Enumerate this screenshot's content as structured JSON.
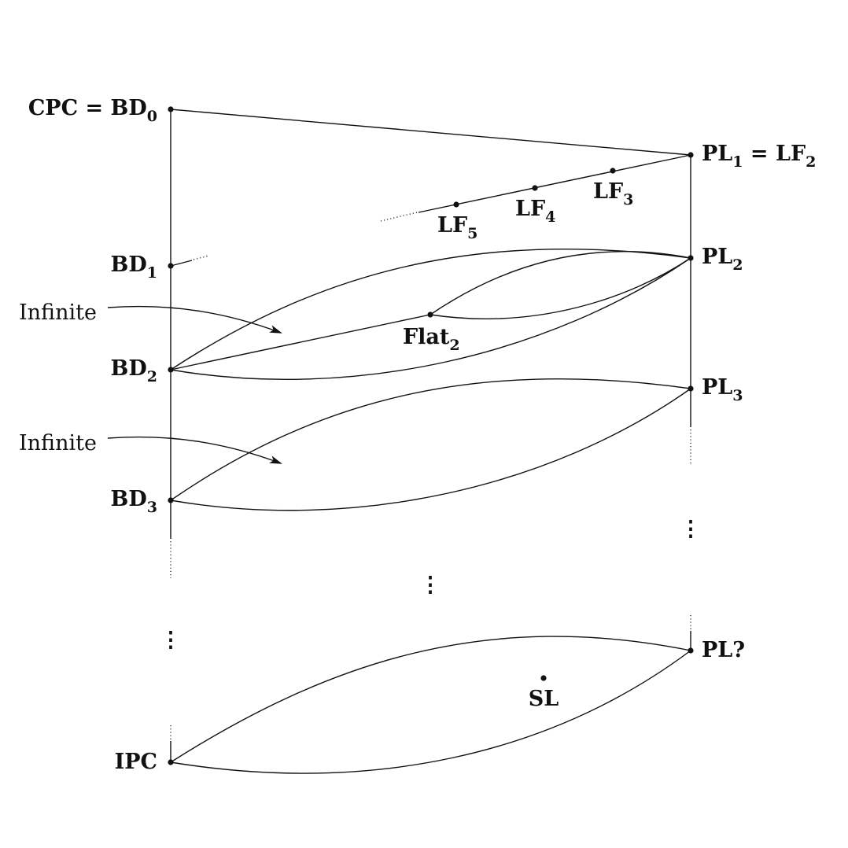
{
  "diagram": {
    "left_nodes": [
      {
        "id": "bd0",
        "main": "CPC = BD",
        "sub": "0"
      },
      {
        "id": "bd1",
        "main": "BD",
        "sub": "1"
      },
      {
        "id": "bd2",
        "main": "BD",
        "sub": "2"
      },
      {
        "id": "bd3",
        "main": "BD",
        "sub": "3"
      },
      {
        "id": "ipc",
        "main": "IPC",
        "sub": ""
      }
    ],
    "right_nodes": [
      {
        "id": "pl1",
        "main": "PL",
        "sub": "1",
        "suffix": " = LF",
        "suffix_sub": "2"
      },
      {
        "id": "pl2",
        "main": "PL",
        "sub": "2"
      },
      {
        "id": "pl3",
        "main": "PL",
        "sub": "3"
      },
      {
        "id": "plq",
        "main": "PL?",
        "sub": ""
      }
    ],
    "lf_nodes": [
      {
        "id": "lf3",
        "main": "LF",
        "sub": "3"
      },
      {
        "id": "lf4",
        "main": "LF",
        "sub": "4"
      },
      {
        "id": "lf5",
        "main": "LF",
        "sub": "5"
      }
    ],
    "flat": {
      "main": "Flat",
      "sub": "2"
    },
    "sl": {
      "main": "SL"
    },
    "annotations": [
      {
        "id": "infinite-1",
        "text": "Infinite"
      },
      {
        "id": "infinite-2",
        "text": "Infinite"
      }
    ],
    "ellipsis": "⋮"
  }
}
